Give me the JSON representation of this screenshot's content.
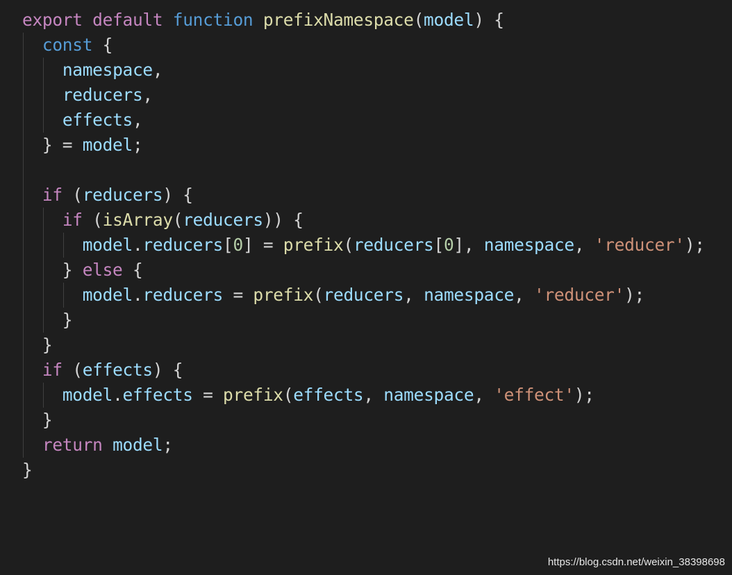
{
  "code": {
    "lines": [
      [
        {
          "t": "export",
          "c": "kw-ctrl"
        },
        {
          "t": " ",
          "c": "punc"
        },
        {
          "t": "default",
          "c": "kw-ctrl"
        },
        {
          "t": " ",
          "c": "punc"
        },
        {
          "t": "function",
          "c": "kw"
        },
        {
          "t": " ",
          "c": "punc"
        },
        {
          "t": "prefixNamespace",
          "c": "fn"
        },
        {
          "t": "(",
          "c": "punc"
        },
        {
          "t": "model",
          "c": "var"
        },
        {
          "t": ") {",
          "c": "punc"
        }
      ],
      [
        {
          "t": "  ",
          "c": "punc"
        },
        {
          "t": "const",
          "c": "kw"
        },
        {
          "t": " {",
          "c": "punc"
        }
      ],
      [
        {
          "t": "    ",
          "c": "punc"
        },
        {
          "t": "namespace",
          "c": "var"
        },
        {
          "t": ",",
          "c": "punc"
        }
      ],
      [
        {
          "t": "    ",
          "c": "punc"
        },
        {
          "t": "reducers",
          "c": "var"
        },
        {
          "t": ",",
          "c": "punc"
        }
      ],
      [
        {
          "t": "    ",
          "c": "punc"
        },
        {
          "t": "effects",
          "c": "var"
        },
        {
          "t": ",",
          "c": "punc"
        }
      ],
      [
        {
          "t": "  } = ",
          "c": "punc"
        },
        {
          "t": "model",
          "c": "var"
        },
        {
          "t": ";",
          "c": "punc"
        }
      ],
      [],
      [
        {
          "t": "  ",
          "c": "punc"
        },
        {
          "t": "if",
          "c": "kw-ctrl"
        },
        {
          "t": " (",
          "c": "punc"
        },
        {
          "t": "reducers",
          "c": "var"
        },
        {
          "t": ") {",
          "c": "punc"
        }
      ],
      [
        {
          "t": "    ",
          "c": "punc"
        },
        {
          "t": "if",
          "c": "kw-ctrl"
        },
        {
          "t": " (",
          "c": "punc"
        },
        {
          "t": "isArray",
          "c": "fn"
        },
        {
          "t": "(",
          "c": "punc"
        },
        {
          "t": "reducers",
          "c": "var"
        },
        {
          "t": ")) {",
          "c": "punc"
        }
      ],
      [
        {
          "t": "      ",
          "c": "punc"
        },
        {
          "t": "model",
          "c": "var"
        },
        {
          "t": ".",
          "c": "punc"
        },
        {
          "t": "reducers",
          "c": "var"
        },
        {
          "t": "[",
          "c": "punc"
        },
        {
          "t": "0",
          "c": "num"
        },
        {
          "t": "] = ",
          "c": "punc"
        },
        {
          "t": "prefix",
          "c": "fn"
        },
        {
          "t": "(",
          "c": "punc"
        },
        {
          "t": "reducers",
          "c": "var"
        },
        {
          "t": "[",
          "c": "punc"
        },
        {
          "t": "0",
          "c": "num"
        },
        {
          "t": "], ",
          "c": "punc"
        },
        {
          "t": "namespace",
          "c": "var"
        },
        {
          "t": ", ",
          "c": "punc"
        },
        {
          "t": "'reducer'",
          "c": "str"
        },
        {
          "t": ");",
          "c": "punc"
        }
      ],
      [
        {
          "t": "    } ",
          "c": "punc"
        },
        {
          "t": "else",
          "c": "kw-ctrl"
        },
        {
          "t": " {",
          "c": "punc"
        }
      ],
      [
        {
          "t": "      ",
          "c": "punc"
        },
        {
          "t": "model",
          "c": "var"
        },
        {
          "t": ".",
          "c": "punc"
        },
        {
          "t": "reducers",
          "c": "var"
        },
        {
          "t": " = ",
          "c": "punc"
        },
        {
          "t": "prefix",
          "c": "fn"
        },
        {
          "t": "(",
          "c": "punc"
        },
        {
          "t": "reducers",
          "c": "var"
        },
        {
          "t": ", ",
          "c": "punc"
        },
        {
          "t": "namespace",
          "c": "var"
        },
        {
          "t": ", ",
          "c": "punc"
        },
        {
          "t": "'reducer'",
          "c": "str"
        },
        {
          "t": ");",
          "c": "punc"
        }
      ],
      [
        {
          "t": "    }",
          "c": "punc"
        }
      ],
      [
        {
          "t": "  }",
          "c": "punc"
        }
      ],
      [
        {
          "t": "  ",
          "c": "punc"
        },
        {
          "t": "if",
          "c": "kw-ctrl"
        },
        {
          "t": " (",
          "c": "punc"
        },
        {
          "t": "effects",
          "c": "var"
        },
        {
          "t": ") {",
          "c": "punc"
        }
      ],
      [
        {
          "t": "    ",
          "c": "punc"
        },
        {
          "t": "model",
          "c": "var"
        },
        {
          "t": ".",
          "c": "punc"
        },
        {
          "t": "effects",
          "c": "var"
        },
        {
          "t": " = ",
          "c": "punc"
        },
        {
          "t": "prefix",
          "c": "fn"
        },
        {
          "t": "(",
          "c": "punc"
        },
        {
          "t": "effects",
          "c": "var"
        },
        {
          "t": ", ",
          "c": "punc"
        },
        {
          "t": "namespace",
          "c": "var"
        },
        {
          "t": ", ",
          "c": "punc"
        },
        {
          "t": "'effect'",
          "c": "str"
        },
        {
          "t": ");",
          "c": "punc"
        }
      ],
      [
        {
          "t": "  }",
          "c": "punc"
        }
      ],
      [
        {
          "t": "  ",
          "c": "punc"
        },
        {
          "t": "return",
          "c": "kw-ctrl"
        },
        {
          "t": " ",
          "c": "punc"
        },
        {
          "t": "model",
          "c": "var"
        },
        {
          "t": ";",
          "c": "punc"
        }
      ],
      [
        {
          "t": "}",
          "c": "punc"
        }
      ]
    ]
  },
  "watermark": {
    "text": "https://blog.csdn.net/weixin_38398698"
  },
  "theme": {
    "background": "#1e1e1e",
    "keyword_control": "#c586c0",
    "keyword": "#569cd6",
    "function": "#dcdcaa",
    "variable": "#9cdcfe",
    "string": "#ce9178",
    "number": "#b5cea8",
    "punctuation": "#d4d4d4"
  }
}
